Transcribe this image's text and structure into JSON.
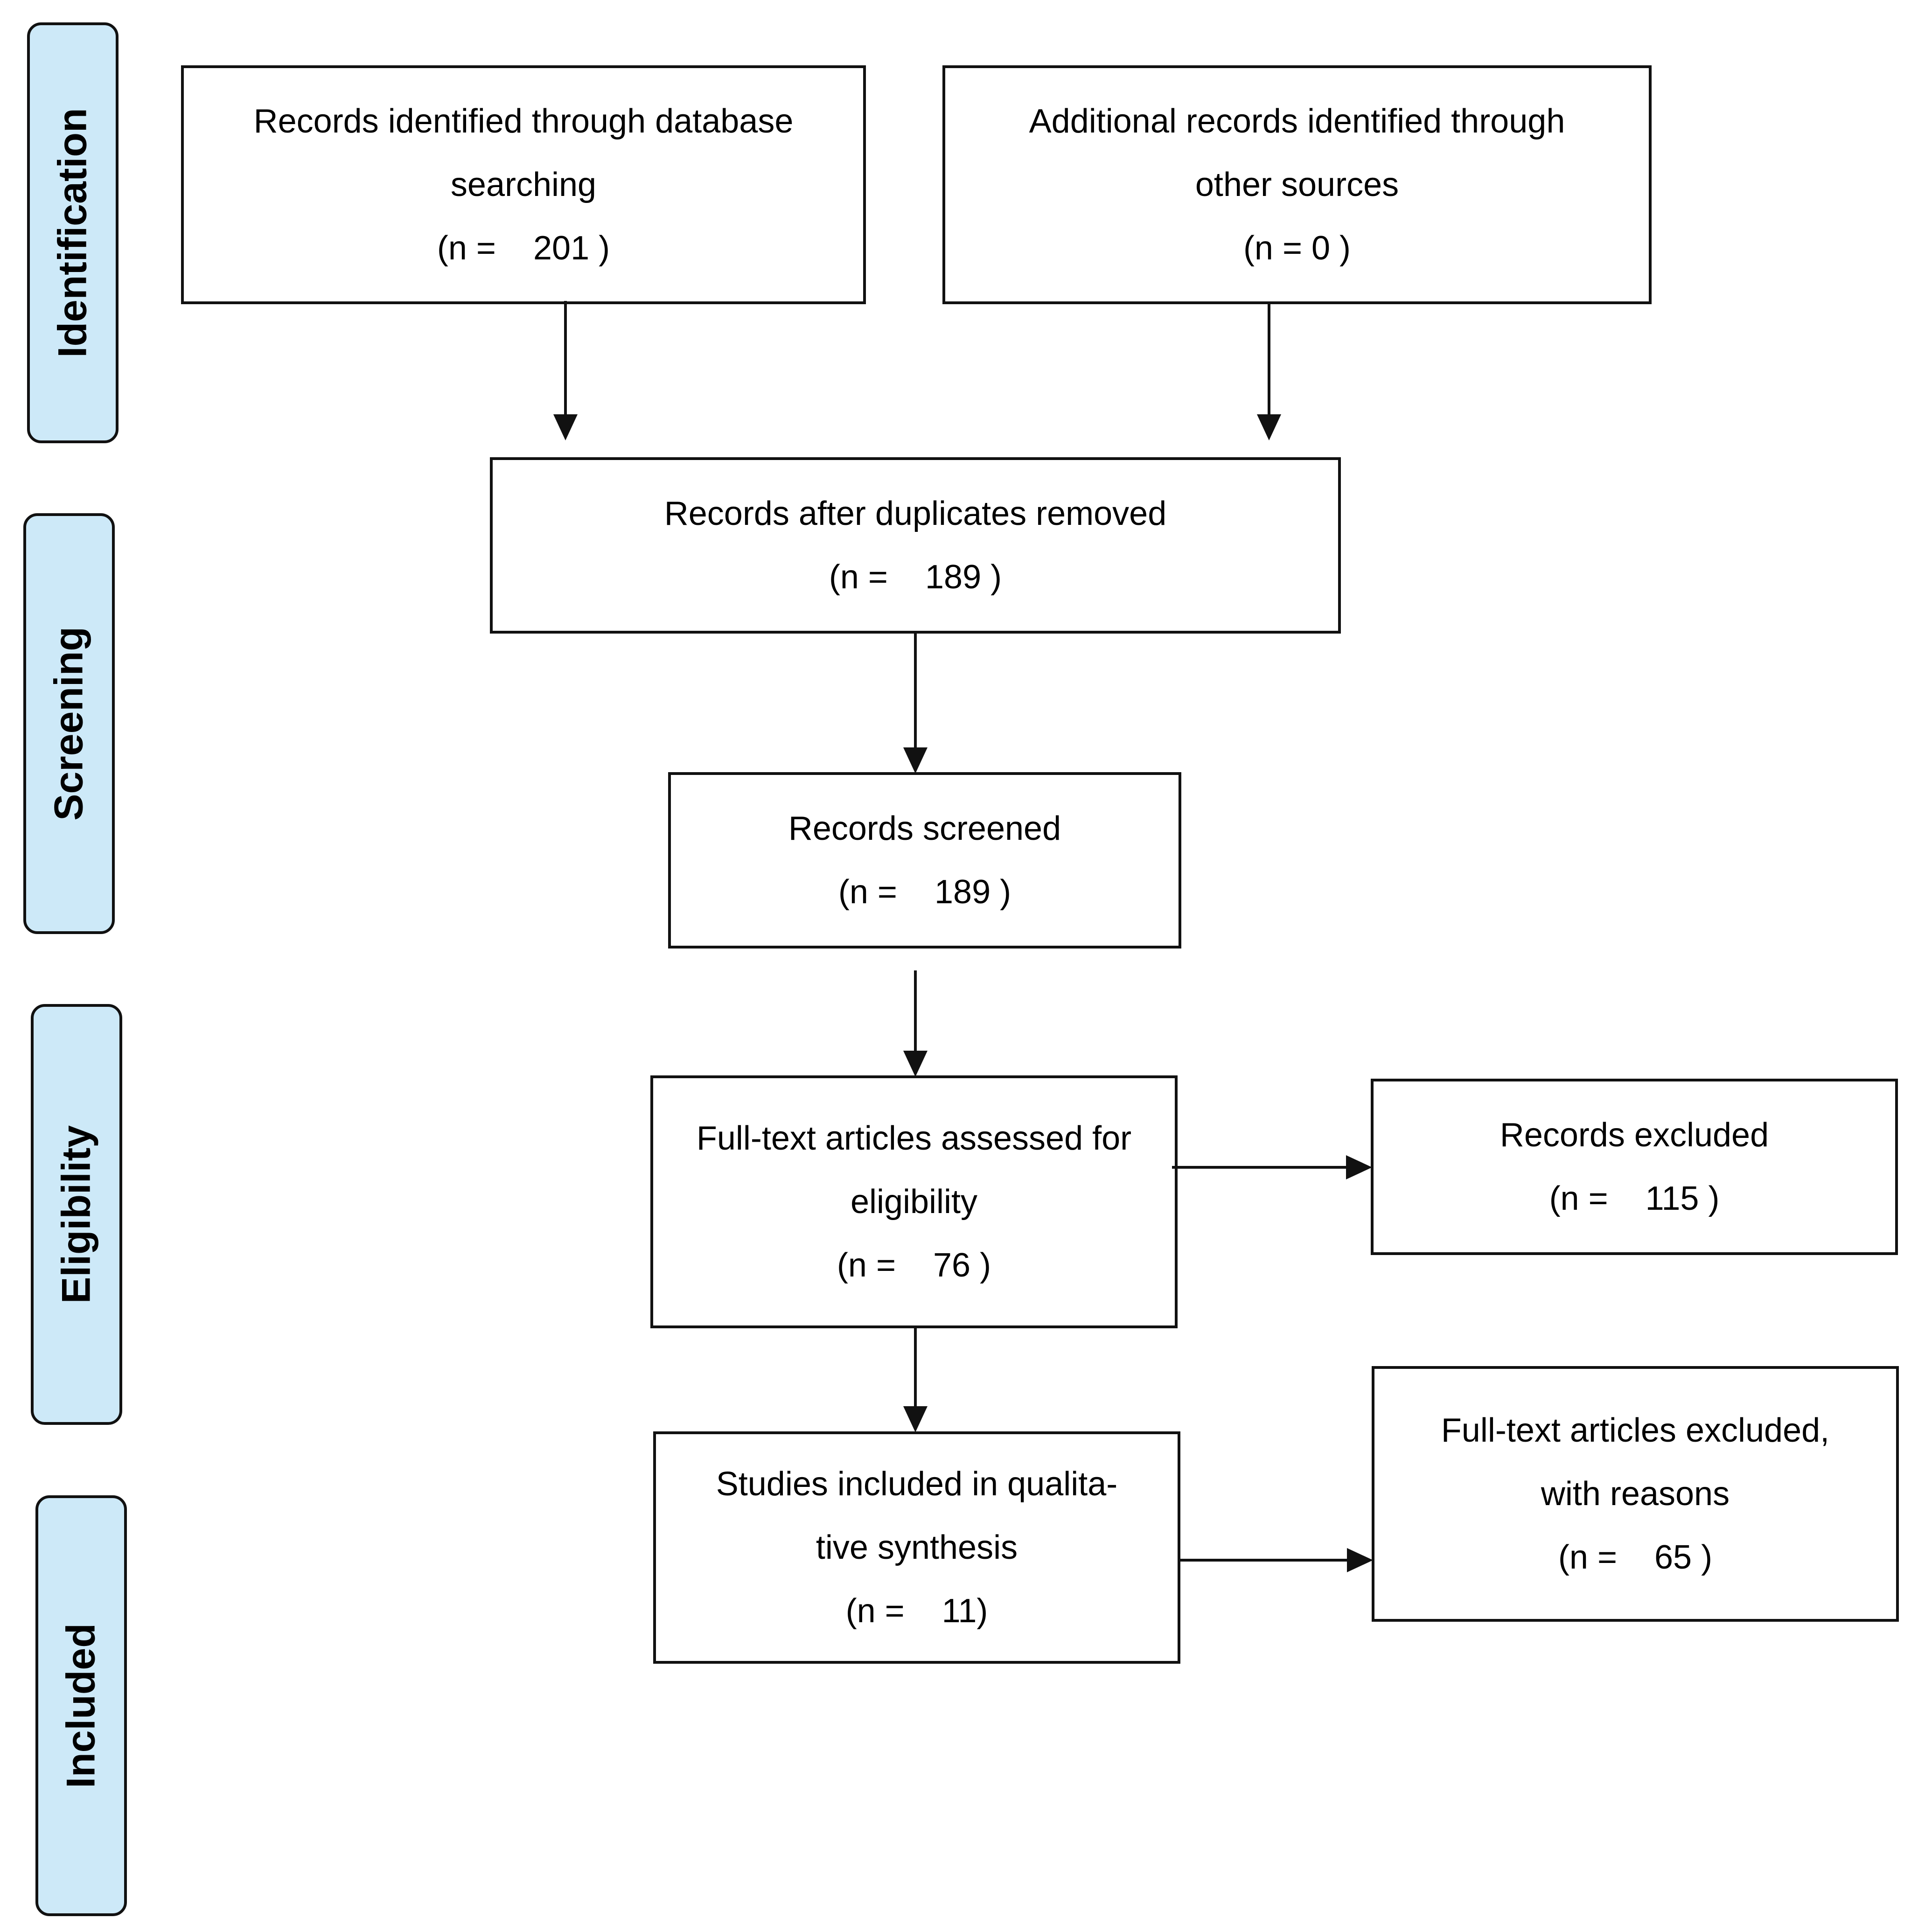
{
  "phases": {
    "identification": "Identification",
    "screening": "Screening",
    "eligibility": "Eligibility",
    "included": "Included"
  },
  "boxes": {
    "database_search": {
      "line1": "Records identified through database",
      "line2": "searching",
      "count": "(n =    201 )"
    },
    "other_sources": {
      "line1": "Additional records identified through",
      "line2": "other sources",
      "count": "(n = 0 )"
    },
    "duplicates_removed": {
      "line1": "Records after duplicates removed",
      "count": "(n =    189 )"
    },
    "screened": {
      "line1": "Records screened",
      "count": "(n =    189 )"
    },
    "full_text_assessed": {
      "line1": "Full-text articles assessed for",
      "line2": "eligibility",
      "count": "(n =    76 )"
    },
    "records_excluded": {
      "line1": "Records excluded",
      "count": "(n =    115 )"
    },
    "included_synthesis": {
      "line1": "Studies included in qualita-",
      "line2": "tive synthesis",
      "count": "(n =    11)"
    },
    "full_text_excluded": {
      "line1": "Full-text articles excluded,",
      "line2": "with reasons",
      "count": "(n =    65 )"
    }
  }
}
